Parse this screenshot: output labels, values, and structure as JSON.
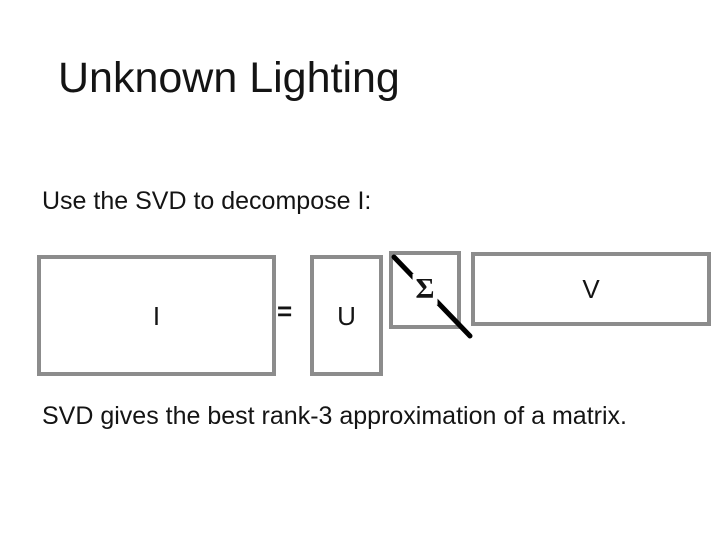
{
  "slide": {
    "title": "Unknown Lighting",
    "body_text": "Use the SVD to decompose I:",
    "footer_text": "SVD gives the best rank-3 approximation of a matrix.",
    "equation": {
      "matrix_i": "I",
      "equals": "=",
      "matrix_u": "U",
      "sigma": "Σ",
      "matrix_v": "V"
    },
    "colors": {
      "background": "#ffffff",
      "text": "#141414",
      "box_border": "#8c8c8c",
      "diagonal_line": "#000000"
    }
  }
}
